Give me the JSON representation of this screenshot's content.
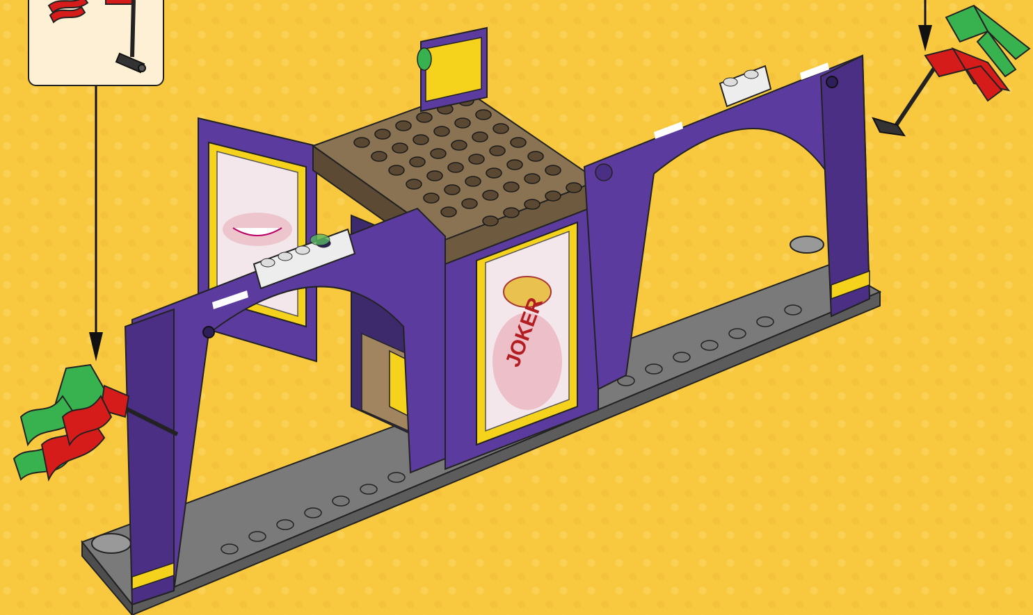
{
  "instruction_step": {
    "callout": {
      "part_icon": "flag-with-bar-and-clip-icon"
    },
    "arrows": [
      "arrow-to-left-flag",
      "arrow-to-right-flag"
    ]
  },
  "model": {
    "poster_text": [
      "JOKER"
    ],
    "colors": {
      "background": "#f8c83f",
      "purple": "#5b3b9e",
      "yellow": "#f5d21c",
      "plate_brown": "#8a7353",
      "base_gray": "#767676",
      "flag_red": "#d61b1b",
      "flag_green": "#38b24f"
    }
  }
}
